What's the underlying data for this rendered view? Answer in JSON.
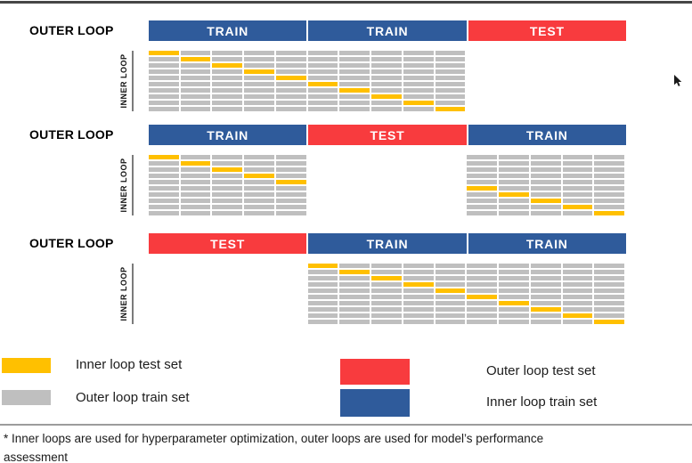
{
  "colors": {
    "inner_train_blue": "#2F5B9B",
    "outer_test_red": "#F83B3E",
    "inner_test_yellow": "#FFC000",
    "outer_train_gray": "#BFBFBF",
    "top_rule_dark": "#464646",
    "divider_gray": "#9C9C9C"
  },
  "sections": [
    {
      "outer_label": "OUTER LOOP",
      "inner_label": "INNER LOOP",
      "outer_segments": [
        {
          "label": "TRAIN",
          "role": "train"
        },
        {
          "label": "TRAIN",
          "role": "train"
        },
        {
          "label": "TEST",
          "role": "test"
        }
      ],
      "inner_blocks": [
        {
          "col_start": 0,
          "col_span": 2,
          "segments_per_row": 10,
          "rows_yellow_index": [
            0,
            1,
            2,
            3,
            4,
            5,
            6,
            7,
            8,
            9
          ]
        }
      ]
    },
    {
      "outer_label": "OUTER LOOP",
      "inner_label": "INNER LOOP",
      "outer_segments": [
        {
          "label": "TRAIN",
          "role": "train"
        },
        {
          "label": "TEST",
          "role": "test"
        },
        {
          "label": "TRAIN",
          "role": "train"
        }
      ],
      "inner_blocks": [
        {
          "col_start": 0,
          "col_span": 1,
          "segments_per_row": 5,
          "rows_yellow_index": [
            0,
            1,
            2,
            3,
            4,
            -1,
            -1,
            -1,
            -1,
            -1
          ]
        },
        {
          "col_start": 2,
          "col_span": 1,
          "segments_per_row": 5,
          "rows_yellow_index": [
            -1,
            -1,
            -1,
            -1,
            -1,
            0,
            1,
            2,
            3,
            4
          ]
        }
      ]
    },
    {
      "outer_label": "OUTER LOOP",
      "inner_label": "INNER LOOP",
      "outer_segments": [
        {
          "label": "TEST",
          "role": "test"
        },
        {
          "label": "TRAIN",
          "role": "train"
        },
        {
          "label": "TRAIN",
          "role": "train"
        }
      ],
      "inner_blocks": [
        {
          "col_start": 1,
          "col_span": 2,
          "segments_per_row": 10,
          "rows_yellow_index": [
            0,
            1,
            2,
            3,
            4,
            5,
            6,
            7,
            8,
            9
          ]
        }
      ]
    }
  ],
  "legend": {
    "items": [
      {
        "label": "Inner loop test set",
        "color_key": "inner_test_yellow",
        "size": "small"
      },
      {
        "label": "Outer loop train set",
        "color_key": "outer_train_gray",
        "size": "small"
      },
      {
        "label": "Outer loop test set",
        "color_key": "outer_test_red",
        "size": "large"
      },
      {
        "label": "Inner loop train set",
        "color_key": "inner_train_blue",
        "size": "large"
      }
    ]
  },
  "footnote": {
    "line1": "* Inner loops are used for hyperparameter optimization, outer loops are used for model’s performance",
    "line2": "assessment"
  },
  "cursor": {
    "icon": "mouse-pointer"
  }
}
